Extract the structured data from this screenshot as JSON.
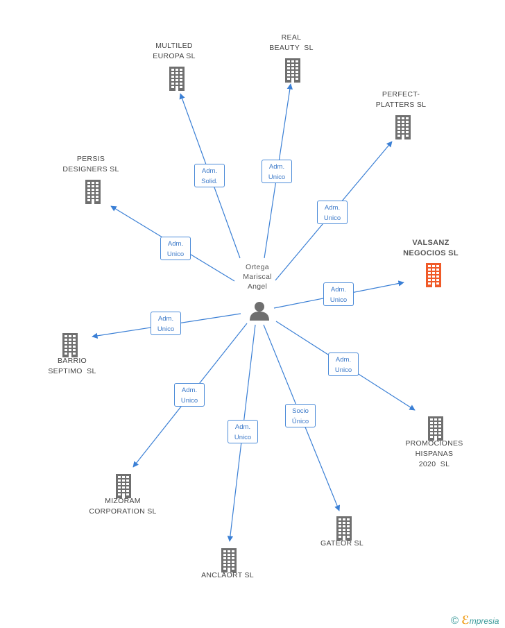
{
  "center": {
    "name_lines": [
      "Ortega",
      "Mariscal",
      "Angel"
    ]
  },
  "colors": {
    "edge": "#3a7fd5",
    "building": "#6f6f6f",
    "highlight": "#f05a28"
  },
  "nodes": [
    {
      "id": "multiled",
      "lines": [
        "MULTILED",
        "EUROPA SL"
      ],
      "role": [
        "Adm.",
        "Solid."
      ]
    },
    {
      "id": "real-beauty",
      "lines": [
        "REAL",
        "BEAUTY  SL"
      ],
      "role": [
        "Adm.",
        "Unico"
      ]
    },
    {
      "id": "perfect-platters",
      "lines": [
        "PERFECT-",
        "PLATTERS SL"
      ],
      "role": [
        "Adm.",
        "Unico"
      ]
    },
    {
      "id": "persis",
      "lines": [
        "PERSIS",
        "DESIGNERS SL"
      ],
      "role": [
        "Adm.",
        "Unico"
      ]
    },
    {
      "id": "valsanz",
      "lines": [
        "VALSANZ",
        "NEGOCIOS SL"
      ],
      "role": [
        "Adm.",
        "Unico"
      ],
      "highlight": true
    },
    {
      "id": "barrio",
      "lines": [
        "BARRIO",
        "SEPTIMO  SL"
      ],
      "role": [
        "Adm.",
        "Unico"
      ]
    },
    {
      "id": "promociones",
      "lines": [
        "PROMOCIONES",
        "HISPANAS",
        "2020  SL"
      ],
      "role": [
        "Adm.",
        "Unico"
      ]
    },
    {
      "id": "mizoram",
      "lines": [
        "MIZORAM",
        "CORPORATION SL"
      ],
      "role": [
        "Adm.",
        "Unico"
      ]
    },
    {
      "id": "gateor",
      "lines": [
        "GATEOR SL"
      ],
      "role": [
        "Socio",
        "Único"
      ]
    },
    {
      "id": "anclaort",
      "lines": [
        "ANCLAORT SL"
      ],
      "role": [
        "Adm.",
        "Unico"
      ]
    }
  ],
  "footer": {
    "copyright": "©",
    "brand_initial": "ℰ",
    "brand_rest": "mpresia"
  }
}
